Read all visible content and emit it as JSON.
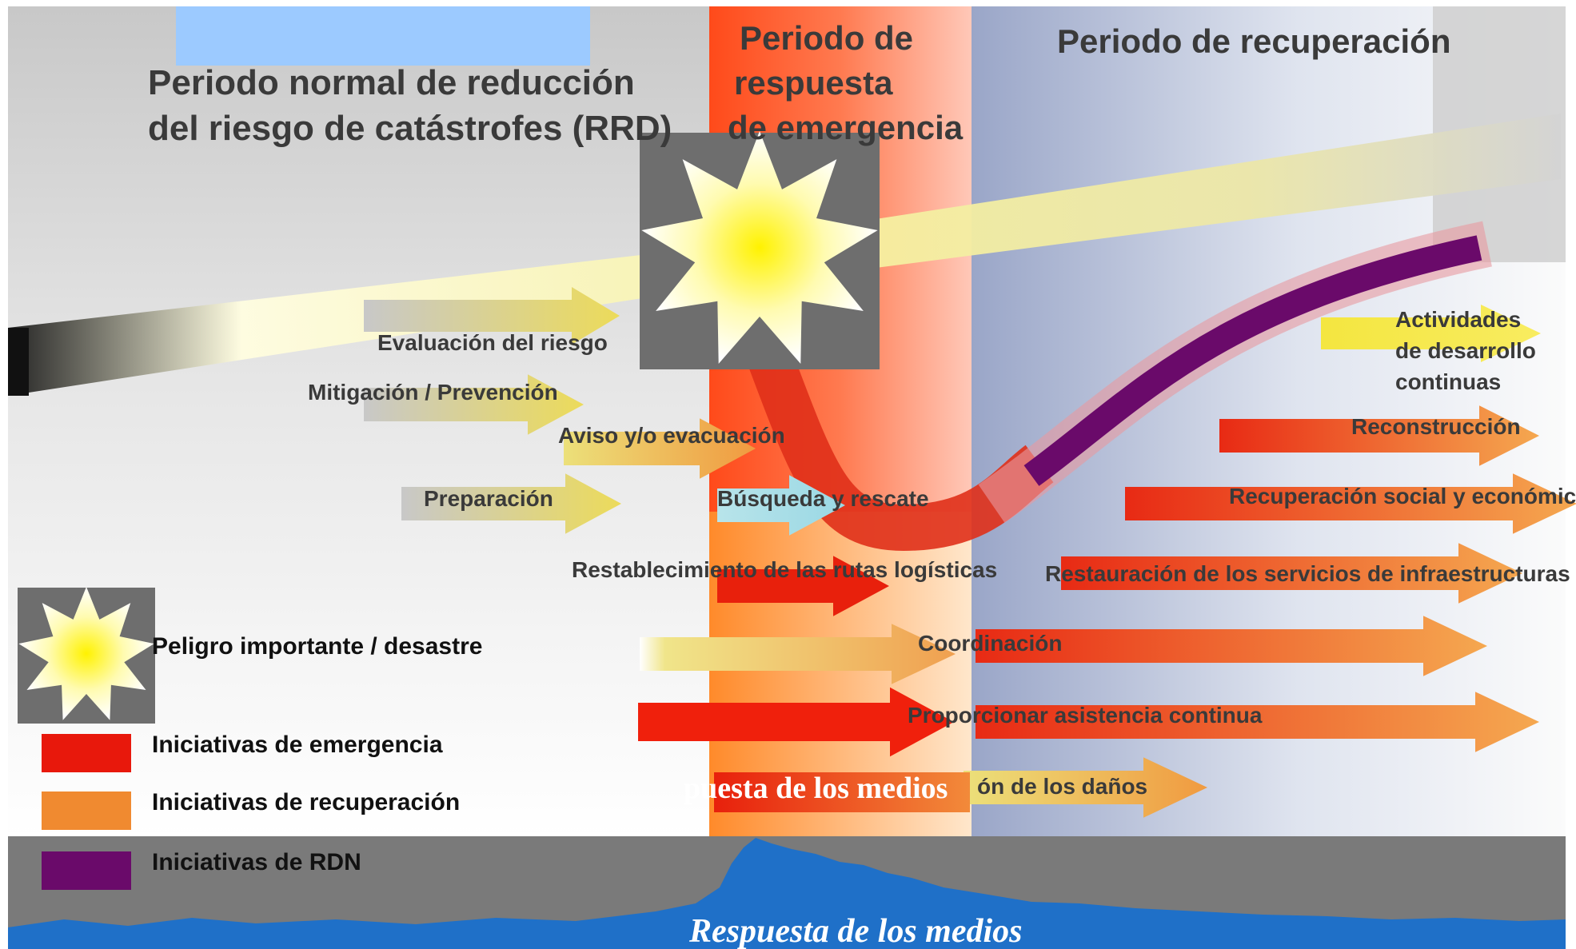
{
  "periods": {
    "normal_line1": "Periodo normal de reducción",
    "normal_line2": "del riesgo de catástrofes (RRD)",
    "response_line1": "Periodo de",
    "response_line2": "respuesta",
    "response_line3": "de emergencia",
    "recovery": "Periodo de recuperación"
  },
  "activities": {
    "risk_assessment": "Evaluación del riesgo",
    "mitigation": "Mitigación / Prevención",
    "warning": "Aviso y/o evacuación",
    "preparedness": "Preparación",
    "search_rescue": "Búsqueda y rescate",
    "logistics": "Restablecimiento de las rutas logísticas",
    "dev_line1": "Actividades",
    "dev_line2": "de desarrollo",
    "dev_line3": "continuas",
    "reconstruction": "Reconstrucción",
    "social_economic": "Recuperación social y económica",
    "infrastructure": "Restauración de los servicios de infraestructuras",
    "coordination": "Coordinación",
    "assistance": "Proporcionar asistencia continua",
    "damage": "ón de los daños"
  },
  "legend": {
    "hazard": "Peligro importante / desastre",
    "emergency": "Iniciativas de emergencia",
    "recovery": "Iniciativas de recuperación",
    "rdn": "Iniciativas de RDN"
  },
  "media": {
    "bottom": "Respuesta de los medios",
    "overlay": "puesta de los medios"
  },
  "colors": {
    "emergency": "#e8180c",
    "recovery": "#f08a30",
    "rdn": "#6a0a6a",
    "media_blue": "#1f70c8",
    "hazard_yellow": "#fff200"
  }
}
